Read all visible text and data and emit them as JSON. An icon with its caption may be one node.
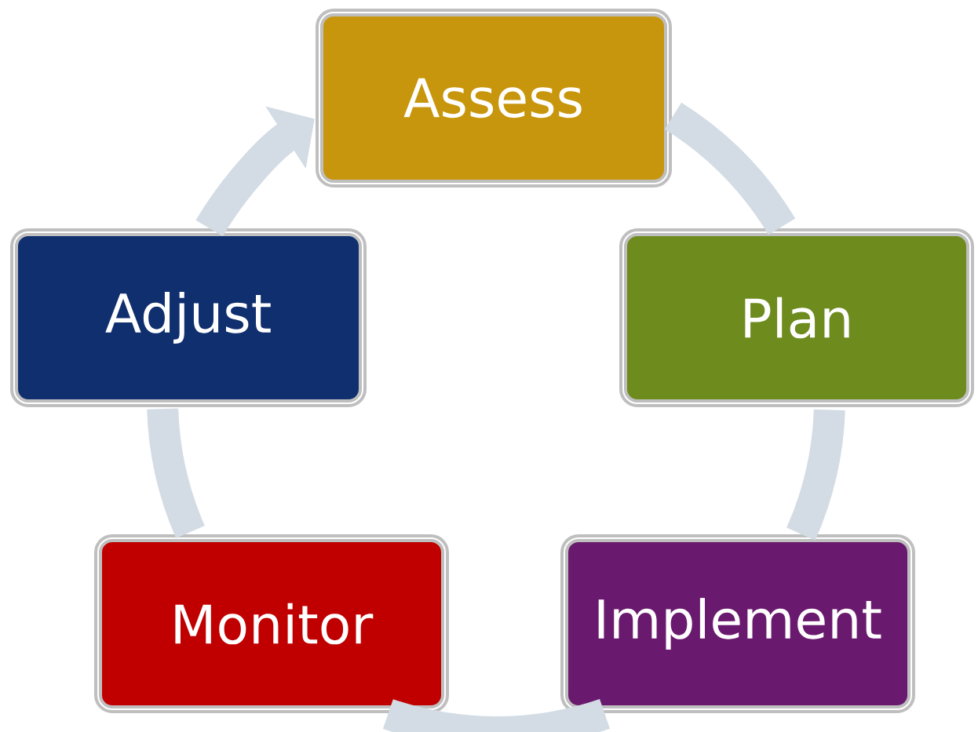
{
  "diagram": {
    "nodes": [
      {
        "text": [
          "Assess"
        ]
      },
      {
        "text": [
          "Plan"
        ]
      },
      {
        "text": [
          "Implement"
        ]
      },
      {
        "text": [
          "Monitor"
        ]
      },
      {
        "text": [
          "Adjust"
        ]
      }
    ],
    "edges": [
      {
        "from": 0,
        "to": 1,
        "arrow": "none"
      },
      {
        "from": 1,
        "to": 2,
        "arrow": "none"
      },
      {
        "from": 2,
        "to": 3,
        "arrow": "none"
      },
      {
        "from": 3,
        "to": 4,
        "arrow": "none"
      },
      {
        "from": 4,
        "to": 0,
        "arrow": "to"
      }
    ]
  }
}
